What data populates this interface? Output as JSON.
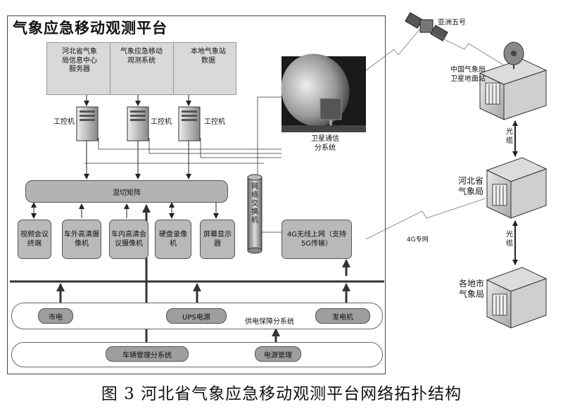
{
  "platform": {
    "title": "气象应急移动观测平台",
    "top_sources": [
      "河北省气象局信息中心服务器",
      "气象应急移动观测系统",
      "本地气象站数据"
    ],
    "ipc_label": "工控机",
    "matrix_label": "混切矩阵",
    "switch_label": "网络交换机",
    "satellite_subsystem": "卫星通信分系统",
    "devices": [
      "视频会议终端",
      "车外高清摄像机",
      "车内高清会议摄像机",
      "硬盘录像机",
      "屏幕显示器"
    ],
    "wireless": "4G无线上网（支持5G传输）",
    "power": {
      "mains": "市电",
      "ups": "UPS电源",
      "generator": "发电机",
      "subsystem": "供电保障分系统"
    },
    "vehicle_mgmt": "车辆管理分系统",
    "power_mgmt": "电源管理"
  },
  "external": {
    "satellite": "亚洲五号",
    "ground_station": "中国气象局卫星地面站",
    "hebei_bureau": "河北省气象局",
    "city_bureaus": "各地市气象局",
    "fiber": "光缆",
    "link_4g": "4G专网"
  },
  "caption": "图 3  河北省气象应急移动观测平台网络拓扑结构"
}
